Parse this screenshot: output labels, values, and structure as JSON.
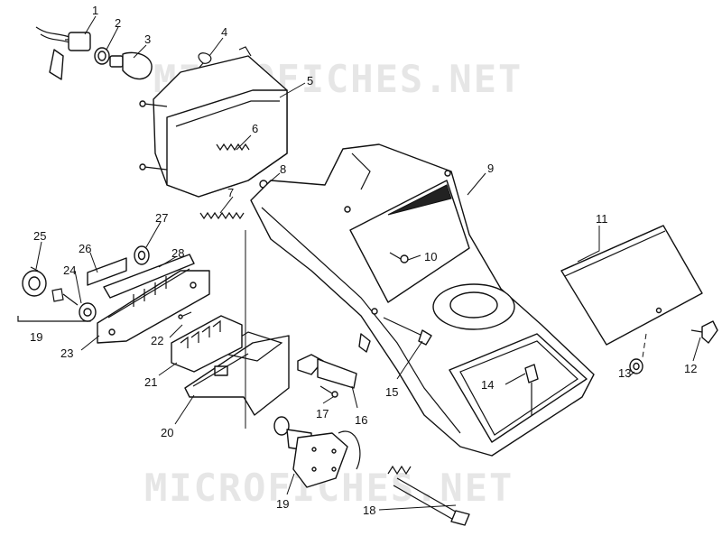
{
  "watermark": {
    "top": "MICROFICHES.NET",
    "bottom": "MICROFICHES.NET"
  },
  "callouts": {
    "c1": "1",
    "c2": "2",
    "c3": "3",
    "c4": "4",
    "c5": "5",
    "c6": "6",
    "c7": "7",
    "c8": "8",
    "c9": "9",
    "c10": "10",
    "c11": "11",
    "c12": "12",
    "c13": "13",
    "c14": "14",
    "c15": "15",
    "c16": "16",
    "c17": "17",
    "c18": "18",
    "c19a": "19",
    "c19b": "19",
    "c20": "20",
    "c21": "21",
    "c22": "22",
    "c23": "23",
    "c24": "24",
    "c25": "25",
    "c26": "26",
    "c27": "27",
    "c28": "28"
  },
  "colors": {
    "ink": "#111111",
    "watermark": "#e6e6e6",
    "background": "#ffffff"
  }
}
